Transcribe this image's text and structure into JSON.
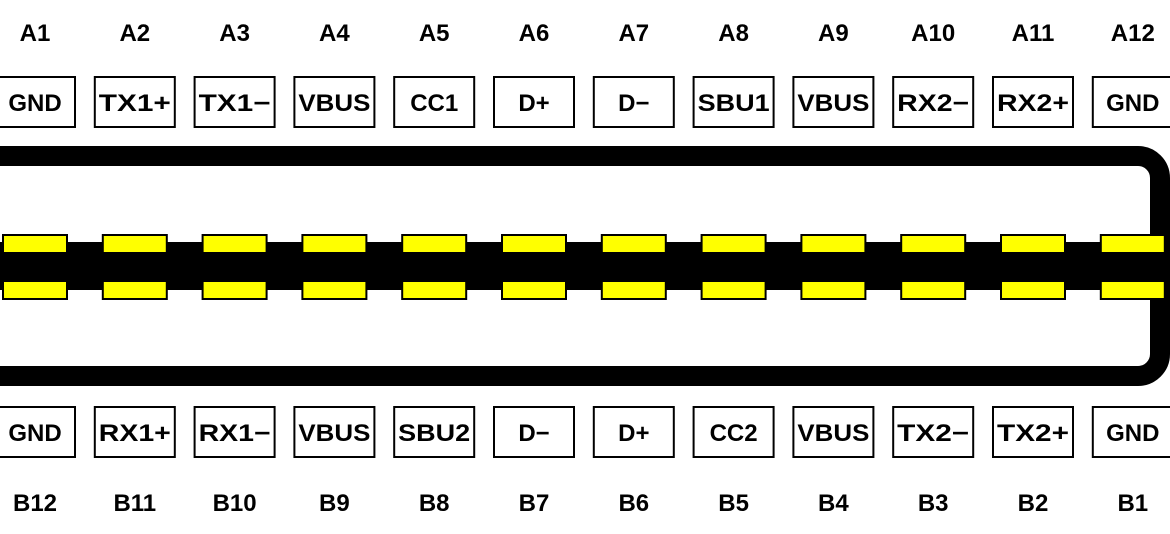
{
  "colors": {
    "background": "#ffffff",
    "outline": "#000000",
    "contact": "#ffff00",
    "tongue": "#000000"
  },
  "top_row": {
    "pins": [
      {
        "id": "A1",
        "signal": "GND"
      },
      {
        "id": "A2",
        "signal": "TX1+"
      },
      {
        "id": "A3",
        "signal": "TX1−"
      },
      {
        "id": "A4",
        "signal": "VBUS"
      },
      {
        "id": "A5",
        "signal": "CC1"
      },
      {
        "id": "A6",
        "signal": "D+"
      },
      {
        "id": "A7",
        "signal": "D−"
      },
      {
        "id": "A8",
        "signal": "SBU1"
      },
      {
        "id": "A9",
        "signal": "VBUS"
      },
      {
        "id": "A10",
        "signal": "RX2−"
      },
      {
        "id": "A11",
        "signal": "RX2+"
      },
      {
        "id": "A12",
        "signal": "GND"
      }
    ]
  },
  "bottom_row": {
    "pins": [
      {
        "id": "B12",
        "signal": "GND"
      },
      {
        "id": "B11",
        "signal": "RX1+"
      },
      {
        "id": "B10",
        "signal": "RX1−"
      },
      {
        "id": "B9",
        "signal": "VBUS"
      },
      {
        "id": "B8",
        "signal": "SBU2"
      },
      {
        "id": "B7",
        "signal": "D−"
      },
      {
        "id": "B6",
        "signal": "D+"
      },
      {
        "id": "B5",
        "signal": "CC2"
      },
      {
        "id": "B4",
        "signal": "VBUS"
      },
      {
        "id": "B3",
        "signal": "TX2−"
      },
      {
        "id": "B2",
        "signal": "TX2+"
      },
      {
        "id": "B1",
        "signal": "GND"
      }
    ]
  }
}
